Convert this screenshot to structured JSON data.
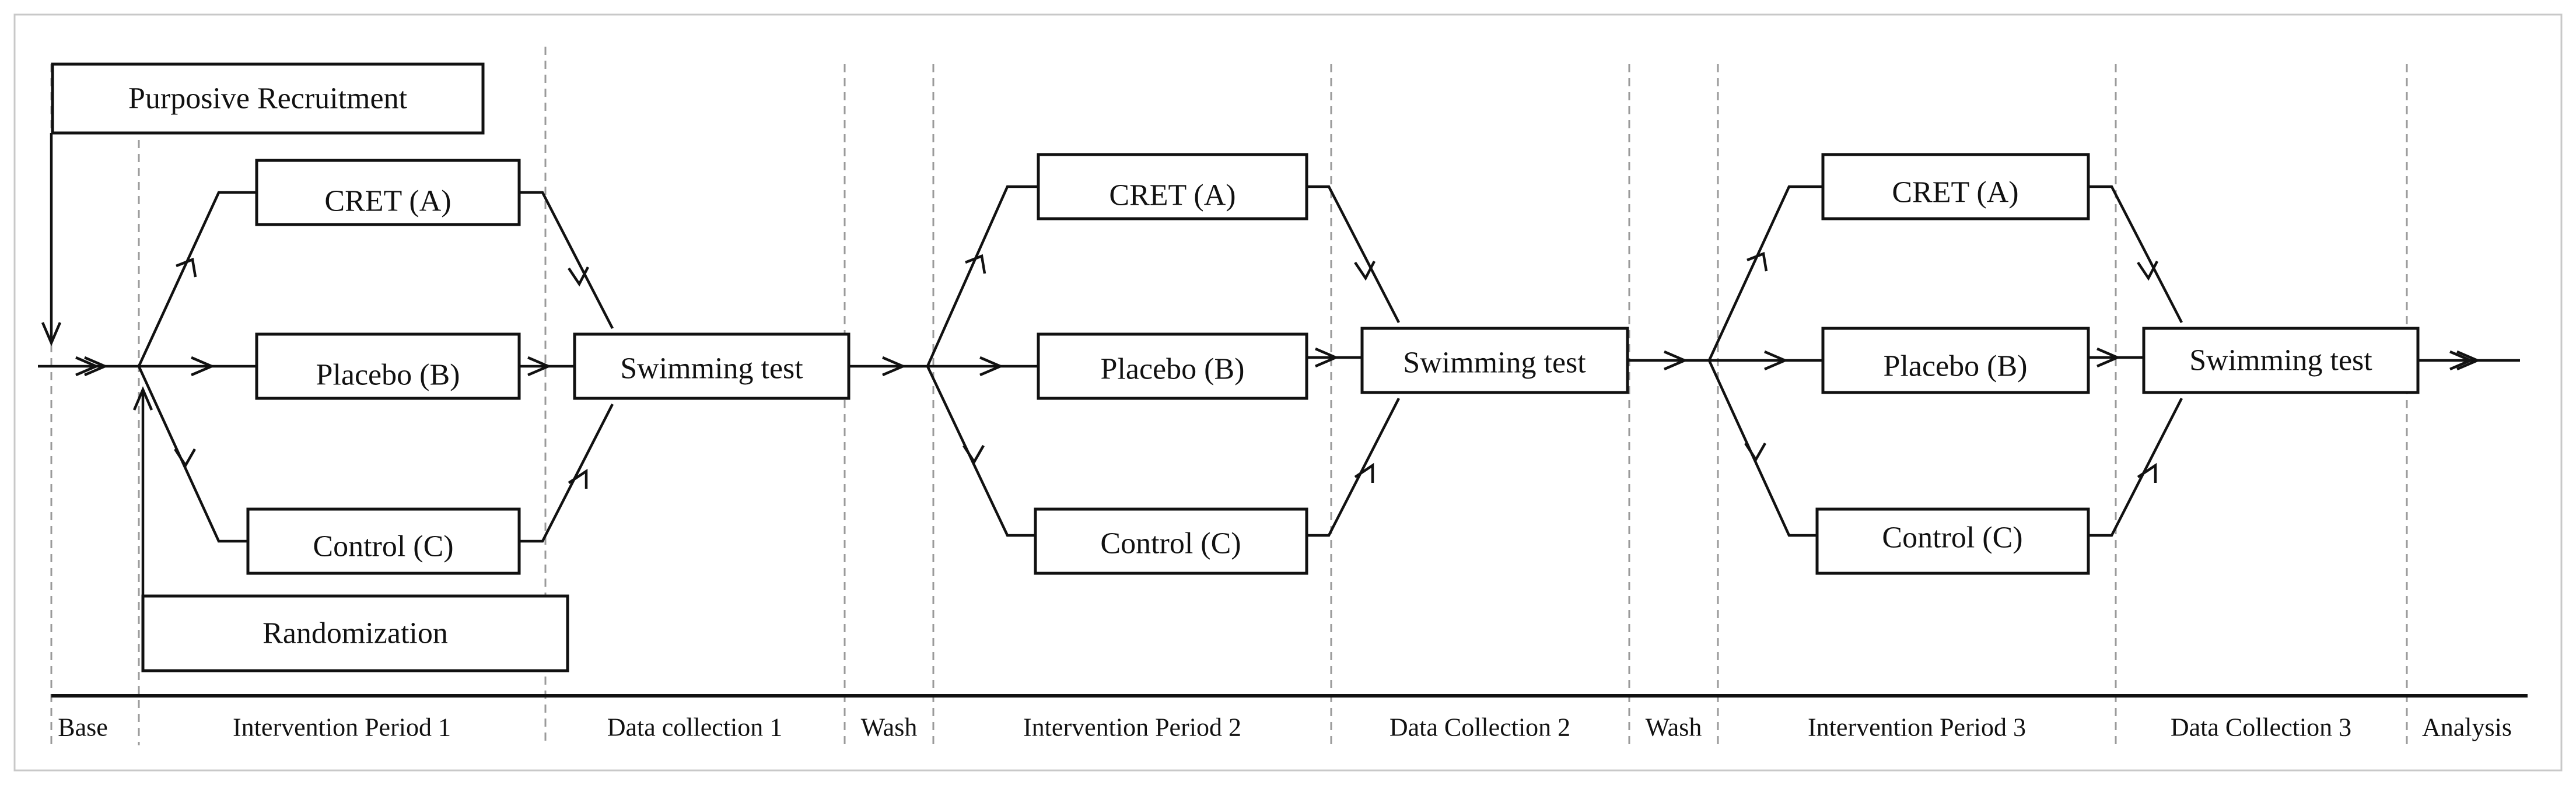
{
  "recruitment_label": "Purposive Recruitment",
  "randomization_label": "Randomization",
  "periods": [
    {
      "arm_a": "CRET (A)",
      "arm_b": "Placebo (B)",
      "arm_c": "Control (C)",
      "test": "Swimming test"
    },
    {
      "arm_a": "CRET (A)",
      "arm_b": "Placebo (B)",
      "arm_c": "Control (C)",
      "test": "Swimming test"
    },
    {
      "arm_a": "CRET (A)",
      "arm_b": "Placebo (B)",
      "arm_c": "Control (C)",
      "test": "Swimming test"
    }
  ],
  "phases": [
    "Base",
    "Intervention Period 1",
    "Data collection 1",
    "Wash",
    "Intervention Period 2",
    "Data Collection 2",
    "Wash",
    "Intervention Period 3",
    "Data Collection 3",
    "Analysis"
  ]
}
